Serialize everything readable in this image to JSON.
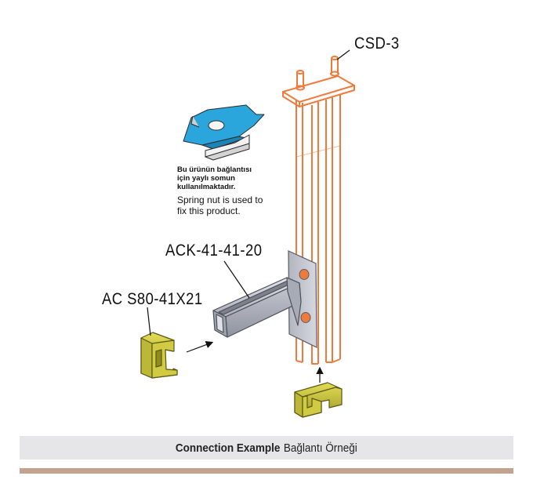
{
  "labels": {
    "csd": "CSD-3",
    "ack": "ACK-41-41-20",
    "ac": "AC S80-41X21"
  },
  "note": {
    "tr_line1": "Bu ürünün bağlantısı",
    "tr_line2": "için yaylı somun",
    "tr_line3": "kullanılmaktadır.",
    "en_line1": "Spring nut is used to",
    "en_line2": "fix this product."
  },
  "caption": {
    "bold": "Connection Example",
    "normal": "Bağlantı Örneği"
  },
  "colors": {
    "support_outline": "#f07a3c",
    "nut_blue": "#2aa6dc",
    "clip_yellow": "#c9c43a",
    "channel_silver": "#b9bcc6",
    "caption_bar": "#e6e6e8",
    "bottom_rule": "#c3a290"
  }
}
